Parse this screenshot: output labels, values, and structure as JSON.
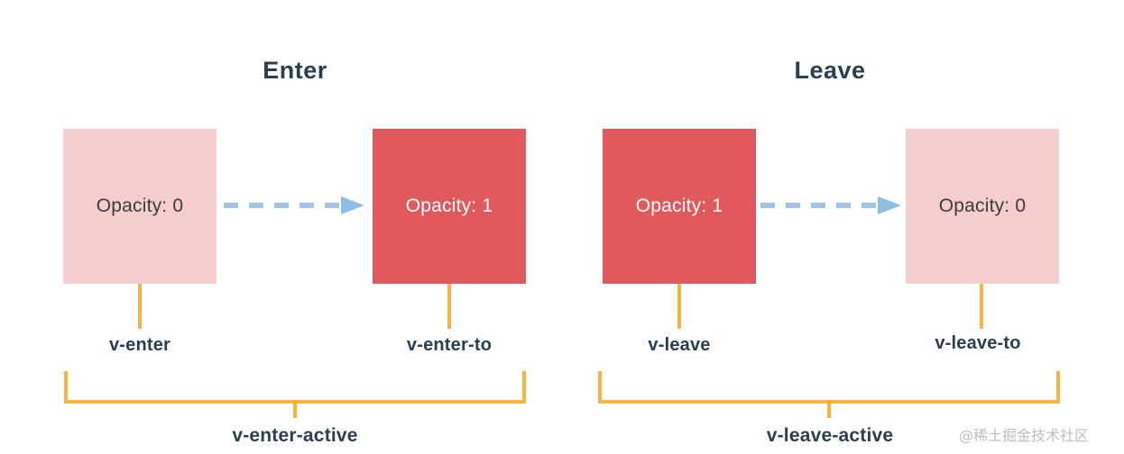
{
  "diagram": {
    "title_enter": "Enter",
    "title_leave": "Leave",
    "colors": {
      "box_light": "#F5CDCF",
      "box_dark": "#E05A5D",
      "arrow": "#9EC5E8",
      "bracket": "#F5A623",
      "title_text": "#2C3E50",
      "background": "#FFFFFF"
    },
    "sections": [
      {
        "name": "enter",
        "title": "Enter",
        "from_box": {
          "opacity_label": "Opacity: 0",
          "fill": "light"
        },
        "to_box": {
          "opacity_label": "Opacity: 1",
          "fill": "dark"
        },
        "from_class": "v-enter",
        "to_class": "v-enter-to",
        "active_class": "v-enter-active"
      },
      {
        "name": "leave",
        "title": "Leave",
        "from_box": {
          "opacity_label": "Opacity: 1",
          "fill": "dark"
        },
        "to_box": {
          "opacity_label": "Opacity: 0",
          "fill": "light"
        },
        "from_class": "v-leave",
        "to_class": "v-leave-to",
        "active_class": "v-leave-active"
      }
    ]
  },
  "watermark": {
    "text": "@稀土掘金技术社区"
  }
}
